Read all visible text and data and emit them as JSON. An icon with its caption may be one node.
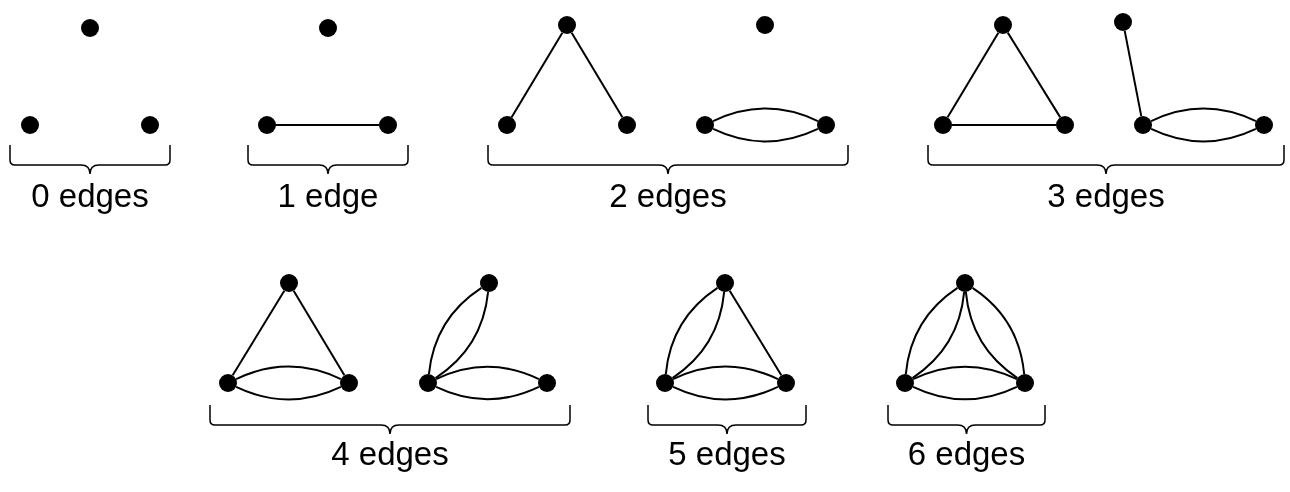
{
  "diagram": {
    "nodes": [
      {
        "text": [],
        "shape": "circle"
      },
      {
        "text": [],
        "shape": "circle"
      },
      {
        "text": [],
        "shape": "circle"
      },
      {
        "text": [],
        "shape": "circle"
      },
      {
        "text": [],
        "shape": "circle"
      },
      {
        "text": [],
        "shape": "circle"
      },
      {
        "text": [],
        "shape": "circle"
      },
      {
        "text": [],
        "shape": "circle"
      },
      {
        "text": [],
        "shape": "circle"
      },
      {
        "text": [],
        "shape": "circle"
      },
      {
        "text": [],
        "shape": "circle"
      },
      {
        "text": [],
        "shape": "circle"
      },
      {
        "text": [],
        "shape": "circle"
      },
      {
        "text": [],
        "shape": "circle"
      },
      {
        "text": [],
        "shape": "circle"
      },
      {
        "text": [],
        "shape": "circle"
      },
      {
        "text": [],
        "shape": "circle"
      },
      {
        "text": [],
        "shape": "circle"
      },
      {
        "text": [],
        "shape": "circle"
      },
      {
        "text": [],
        "shape": "circle"
      },
      {
        "text": [],
        "shape": "circle"
      },
      {
        "text": [],
        "shape": "circle"
      },
      {
        "text": [],
        "shape": "circle"
      },
      {
        "text": [],
        "shape": "circle"
      },
      {
        "text": [],
        "shape": "circle"
      },
      {
        "text": [],
        "shape": "circle"
      },
      {
        "text": [],
        "shape": "circle"
      },
      {
        "text": [],
        "shape": "circle"
      },
      {
        "text": [],
        "shape": "circle"
      },
      {
        "text": [],
        "shape": "circle"
      }
    ],
    "edges": [
      {
        "from": 4,
        "to": 5,
        "arrow": "none"
      },
      {
        "from": 6,
        "to": 7,
        "arrow": "none"
      },
      {
        "from": 6,
        "to": 8,
        "arrow": "none"
      },
      {
        "from": 10,
        "to": 11,
        "arrow": "none"
      },
      {
        "from": 10,
        "to": 11,
        "arrow": "none"
      },
      {
        "from": 12,
        "to": 13,
        "arrow": "none"
      },
      {
        "from": 12,
        "to": 14,
        "arrow": "none"
      },
      {
        "from": 13,
        "to": 14,
        "arrow": "none"
      },
      {
        "from": 15,
        "to": 16,
        "arrow": "none"
      },
      {
        "from": 16,
        "to": 17,
        "arrow": "none"
      },
      {
        "from": 16,
        "to": 17,
        "arrow": "none"
      },
      {
        "from": 18,
        "to": 19,
        "arrow": "none"
      },
      {
        "from": 18,
        "to": 20,
        "arrow": "none"
      },
      {
        "from": 19,
        "to": 20,
        "arrow": "none"
      },
      {
        "from": 19,
        "to": 20,
        "arrow": "none"
      },
      {
        "from": 21,
        "to": 22,
        "arrow": "none"
      },
      {
        "from": 21,
        "to": 22,
        "arrow": "none"
      },
      {
        "from": 22,
        "to": 23,
        "arrow": "none"
      },
      {
        "from": 22,
        "to": 23,
        "arrow": "none"
      },
      {
        "from": 24,
        "to": 25,
        "arrow": "none"
      },
      {
        "from": 24,
        "to": 25,
        "arrow": "none"
      },
      {
        "from": 24,
        "to": 26,
        "arrow": "none"
      },
      {
        "from": 25,
        "to": 26,
        "arrow": "none"
      },
      {
        "from": 25,
        "to": 26,
        "arrow": "none"
      },
      {
        "from": 27,
        "to": 28,
        "arrow": "none"
      },
      {
        "from": 27,
        "to": 28,
        "arrow": "none"
      },
      {
        "from": 27,
        "to": 29,
        "arrow": "none"
      },
      {
        "from": 27,
        "to": 29,
        "arrow": "none"
      },
      {
        "from": 28,
        "to": 29,
        "arrow": "none"
      },
      {
        "from": 28,
        "to": 29,
        "arrow": "none"
      }
    ],
    "labels": [
      "0 edges",
      "1 edge",
      "2 edges",
      "3 edges",
      "4 edges",
      "5 edges",
      "6 edges"
    ]
  }
}
